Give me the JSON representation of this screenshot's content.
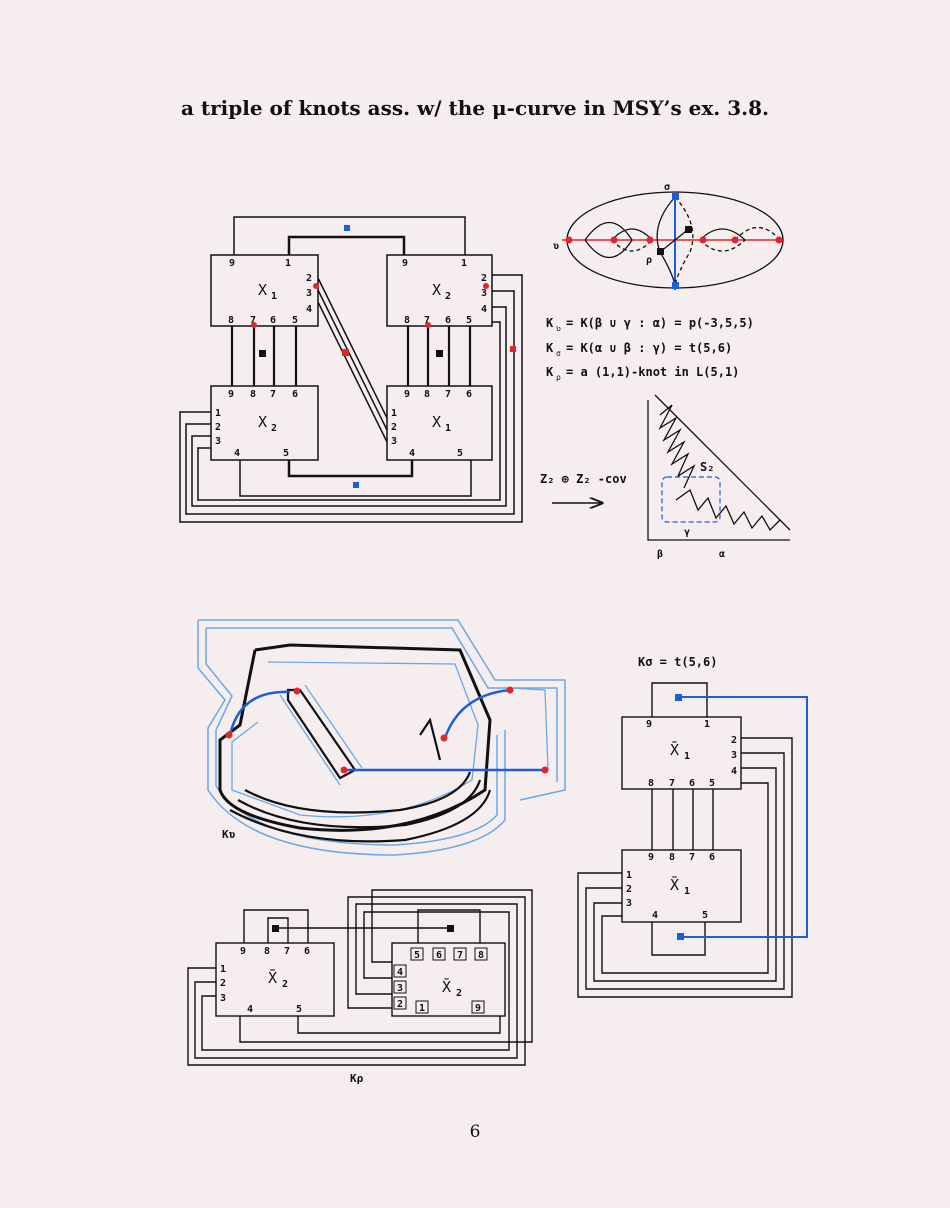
{
  "title": "a triple of knots ass. w/ the μ-curve in MSY’s ex. 3.8.",
  "page_number": "6",
  "colors": {
    "red": "#e0262c",
    "blue": "#1e5ed6",
    "light_blue": "#6aa7e8",
    "ink": "#111111"
  },
  "top_diagram": {
    "box_tl": {
      "name": "X",
      "sub": "1",
      "labels": [
        "9",
        "1",
        "2",
        "3",
        "4",
        "8",
        "7",
        "6",
        "5"
      ]
    },
    "box_tr": {
      "name": "X",
      "sub": "2",
      "labels": [
        "9",
        "1",
        "2",
        "3",
        "4",
        "8",
        "7",
        "6",
        "5"
      ]
    },
    "box_bl": {
      "name": "X",
      "sub": "2",
      "labels": [
        "9",
        "8",
        "7",
        "6",
        "1",
        "2",
        "3",
        "4",
        "5"
      ]
    },
    "box_br": {
      "name": "X",
      "sub": "1",
      "labels": [
        "9",
        "8",
        "7",
        "6",
        "1",
        "2",
        "3",
        "4",
        "5"
      ]
    }
  },
  "ellipse": {
    "sigma": "σ",
    "upsilon": "ʋ",
    "rho": "ρ"
  },
  "equations": [
    {
      "lhs": "K",
      "sub": "ʋ",
      "rhs": "= K(β ∪ γ : α) = p(-3,5,5)"
    },
    {
      "lhs": "K",
      "sub": "σ",
      "rhs": "= K(α ∪ β : γ) = t(5,6)"
    },
    {
      "lhs": "K",
      "sub": "ρ",
      "rhs": "= a (1,1)-knot in L(5,1)"
    }
  ],
  "cover": {
    "label": "Z₂ ⊕ Z₂ -cov",
    "s2": "S₂",
    "gamma": "γ",
    "beta": "β",
    "alpha": "α"
  },
  "k_upsilon_label": "Kʋ",
  "k_sigma": {
    "label": "Kσ = t(5,6)",
    "box_top": {
      "name": "X̄",
      "sub": "1",
      "labels": [
        "9",
        "1",
        "2",
        "3",
        "4",
        "8",
        "7",
        "6",
        "5"
      ]
    },
    "box_bottom": {
      "name": "X̄",
      "sub": "1",
      "labels": [
        "9",
        "8",
        "7",
        "6",
        "1",
        "2",
        "3",
        "4",
        "5"
      ]
    }
  },
  "k_rho": {
    "label": "Kρ",
    "box_left": {
      "name": "X̄",
      "sub": "2",
      "labels": [
        "9",
        "8",
        "7",
        "6",
        "1",
        "2",
        "3",
        "4",
        "5"
      ]
    },
    "box_right": {
      "name": "X̄",
      "sub": "2",
      "labels": [
        "5",
        "6",
        "7",
        "8",
        "4",
        "3",
        "2",
        "1",
        "9"
      ]
    }
  }
}
